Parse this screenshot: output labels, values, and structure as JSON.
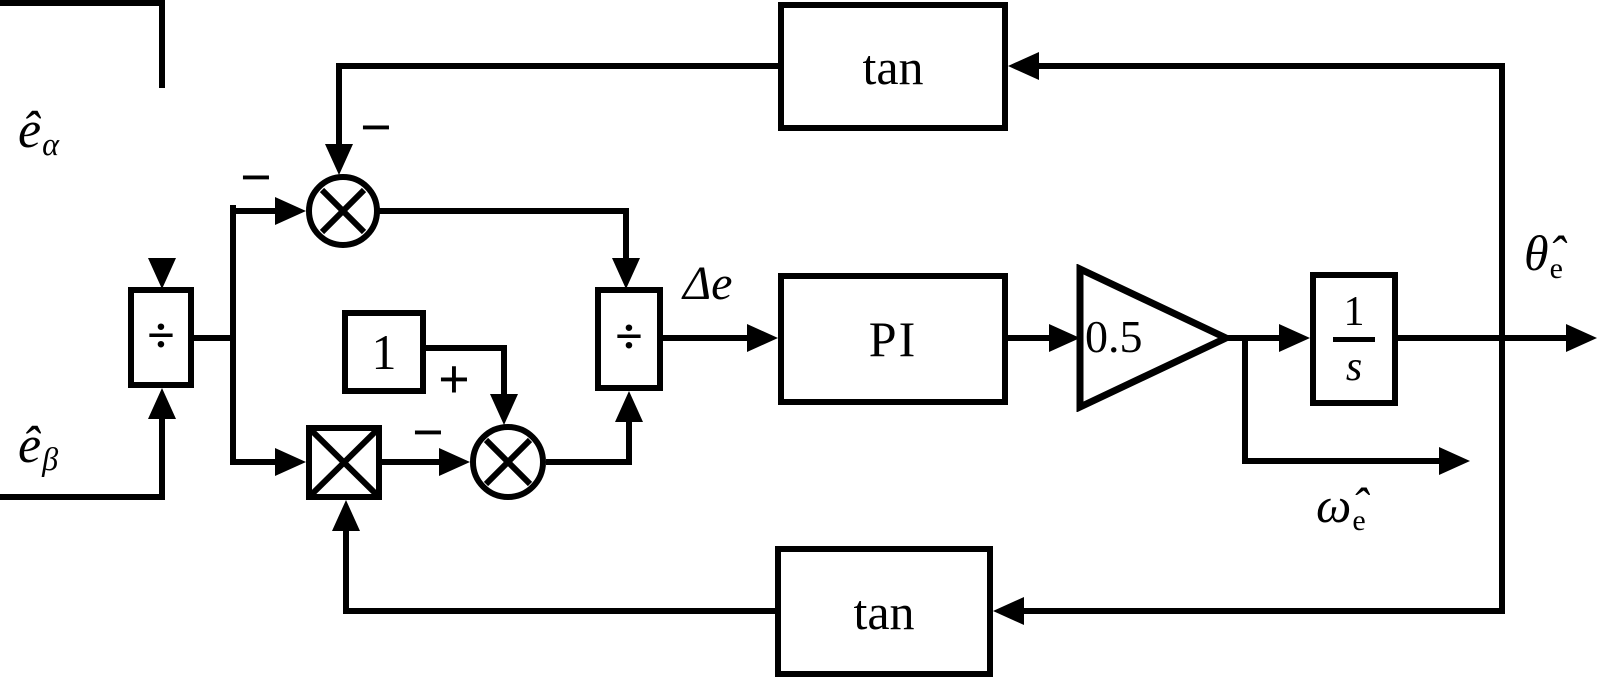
{
  "diagram": {
    "inputs": {
      "e_alpha": {
        "base": "ê",
        "sub": "α"
      },
      "e_beta": {
        "base": "ê",
        "sub": "β"
      }
    },
    "outputs": {
      "theta_e": {
        "base": "θ̂",
        "sub": "e"
      },
      "omega_e": {
        "base": "ω̂",
        "sub": "e"
      }
    },
    "blocks": {
      "divider1": "÷",
      "divider2": "÷",
      "one": "1",
      "pi": "PI",
      "gain": "0.5",
      "integrator": {
        "num": "1",
        "den": "s"
      },
      "tan_top": "tan",
      "tan_bottom": "tan"
    },
    "signals": {
      "delta_e": "Δe"
    },
    "signs": {
      "plus": "+",
      "minus": "−"
    },
    "colors": {
      "line": "#000000",
      "background": "#ffffff"
    }
  }
}
